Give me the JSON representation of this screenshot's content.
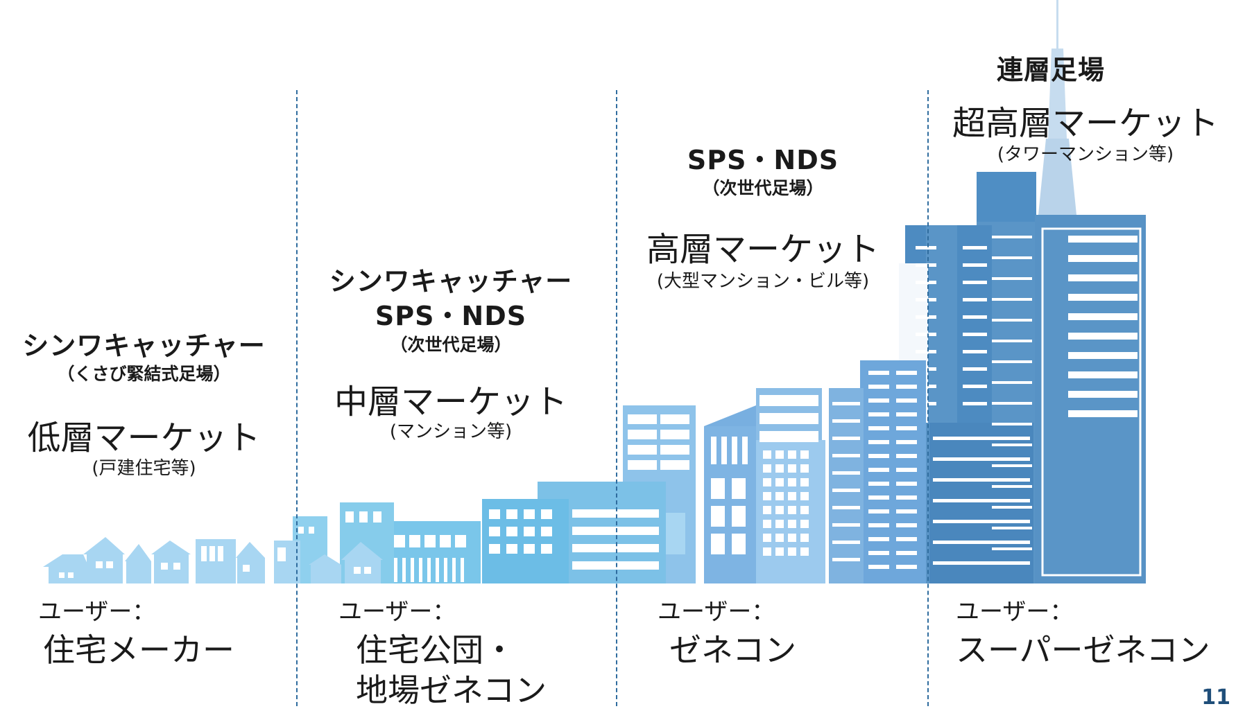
{
  "segments": [
    {
      "product": "シンワキャッチャー",
      "product_sub": "（くさび緊結式足場）",
      "market": "低層マーケット",
      "market_note": "(戸建住宅等)",
      "user_label": "ユーザー：",
      "user": "住宅メーカー"
    },
    {
      "product": "シンワキャッチャー",
      "product2": "SPS・NDS",
      "product_sub": "（次世代足場）",
      "market": "中層マーケット",
      "market_note": "(マンション等)",
      "user_label": "ユーザー：",
      "user_line1": "住宅公団・",
      "user_line2": "地場ゼネコン"
    },
    {
      "product": "SPS・NDS",
      "product_sub": "（次世代足場）",
      "market": "高層マーケット",
      "market_note": "(大型マンション・ビル等)",
      "user_label": "ユーザー：",
      "user": "ゼネコン"
    },
    {
      "product": "連層足場",
      "market": "超高層マーケット",
      "market_note": "(タワーマンション等)",
      "user_label": "ユーザー：",
      "user": "スーパーゼネコン"
    }
  ],
  "page_number": "11",
  "colors": {
    "divider": "#2f6c9e",
    "house": "#a8d6f2",
    "mid": "#6cbde6",
    "high": "#74ade0",
    "tower": "#4f8ec4",
    "spire": "#c6dcef",
    "page_number": "#1f4e79"
  }
}
